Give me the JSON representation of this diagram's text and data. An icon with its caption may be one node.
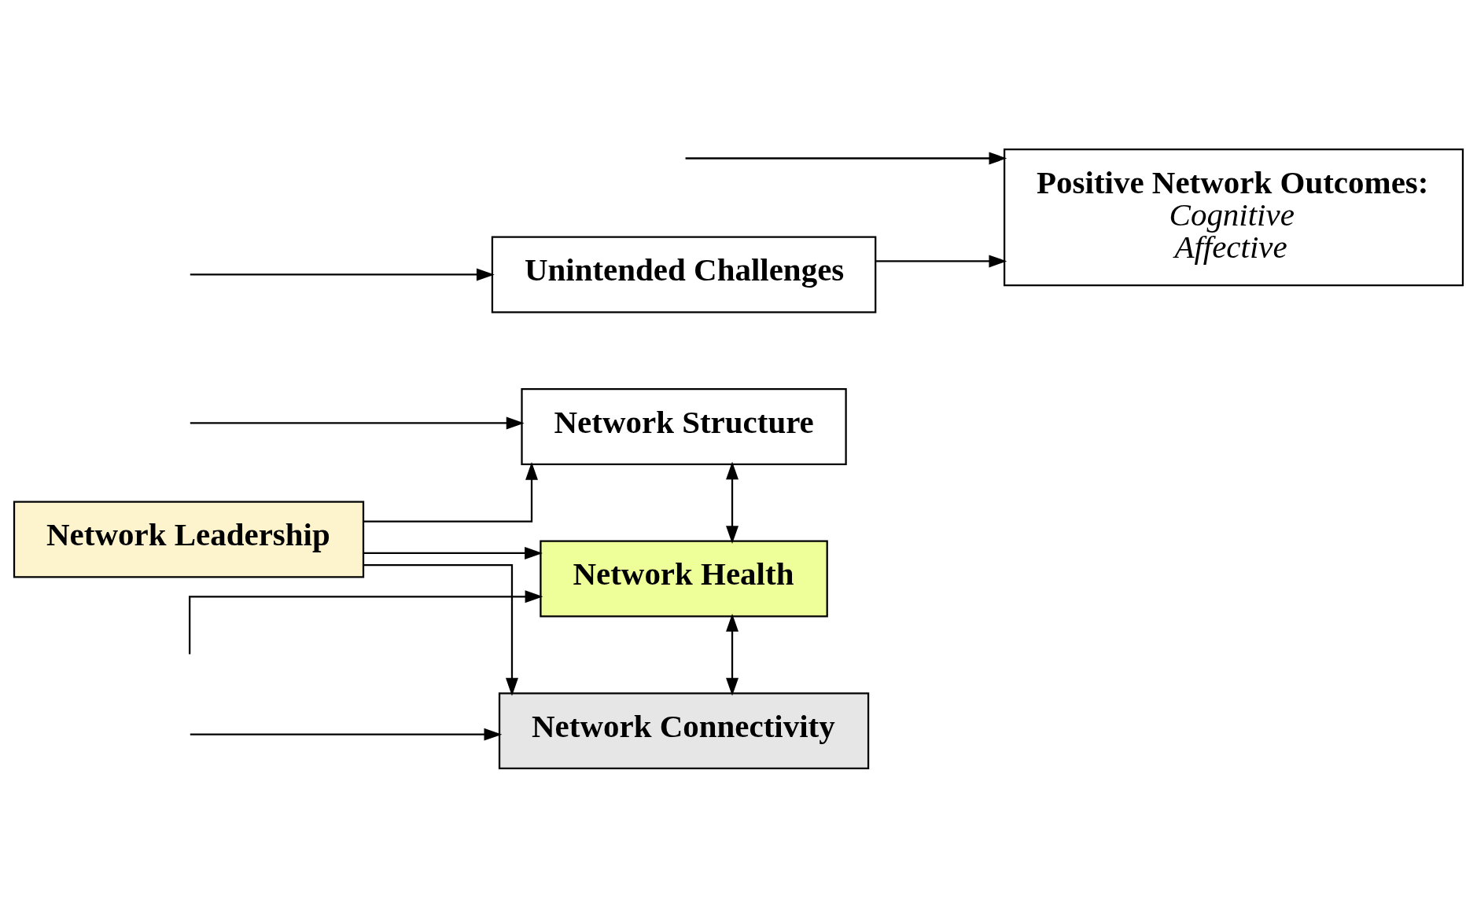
{
  "diagram": {
    "nodes": [
      {
        "text": [
          "Network Structure"
        ]
      },
      {
        "text": [
          "Network Leadership"
        ]
      },
      {
        "text": [
          "Network Health"
        ]
      },
      {
        "text": [
          "Network Connectivity"
        ]
      },
      {
        "text": [
          "Unintended Challenges"
        ]
      },
      {
        "text": [
          "Positive Network Outcomes:",
          "Cognitive",
          "Affective"
        ]
      }
    ],
    "edges": [
      {
        "from": 1,
        "to": 0,
        "arrow": "to"
      },
      {
        "from": 1,
        "to": 2,
        "arrow": "to"
      },
      {
        "from": 1,
        "to": 3,
        "arrow": "to"
      },
      {
        "from": 0,
        "to": 2,
        "arrow": "both"
      },
      {
        "from": 2,
        "to": 3,
        "arrow": "both"
      },
      {
        "from": null,
        "to": 0,
        "arrow": "to"
      },
      {
        "from": null,
        "to": 2,
        "arrow": "to"
      },
      {
        "from": null,
        "to": 3,
        "arrow": "to"
      },
      {
        "from": null,
        "to": 5,
        "arrow": "to"
      },
      {
        "from": null,
        "to": 4,
        "arrow": "to"
      },
      {
        "from": 4,
        "to": 5,
        "arrow": "to"
      }
    ]
  }
}
